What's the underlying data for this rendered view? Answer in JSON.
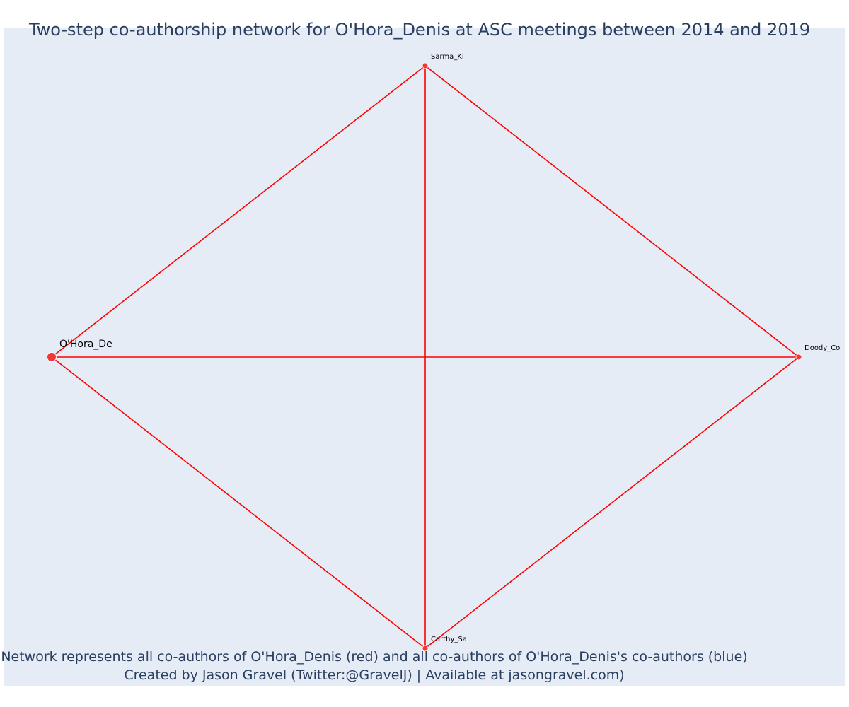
{
  "title": "Two-step co-authorship network for O'Hora_Denis at ASC meetings between 2014 and 2019",
  "caption": {
    "line1": "Network represents all co-authors of O'Hora_Denis (red) and all co-authors of O'Hora_Denis's co-authors (blue)",
    "line2": "Created by Jason Gravel (Twitter:@GravelJ) | Available at jasongravel.com)"
  },
  "colors": {
    "edge": "#ff0000",
    "node": "#ef3a3a",
    "text": "#2a3f5f",
    "background": "#e5ecf6"
  },
  "chart_data": {
    "type": "network",
    "nodes": [
      {
        "id": "ohora",
        "label": "O'Hora_De",
        "x": 0,
        "y": 0,
        "focal": true
      },
      {
        "id": "sarma",
        "label": "Sarma_Ki",
        "x": 0.5,
        "y": 0.5,
        "focal": false
      },
      {
        "id": "doody",
        "label": "Doody_Co",
        "x": 1,
        "y": 0,
        "focal": false
      },
      {
        "id": "carthy",
        "label": "Carthy_Sa",
        "x": 0.5,
        "y": -0.5,
        "focal": false
      }
    ],
    "edges": [
      [
        "ohora",
        "sarma"
      ],
      [
        "ohora",
        "doody"
      ],
      [
        "ohora",
        "carthy"
      ],
      [
        "sarma",
        "doody"
      ],
      [
        "sarma",
        "carthy"
      ],
      [
        "doody",
        "carthy"
      ]
    ]
  }
}
